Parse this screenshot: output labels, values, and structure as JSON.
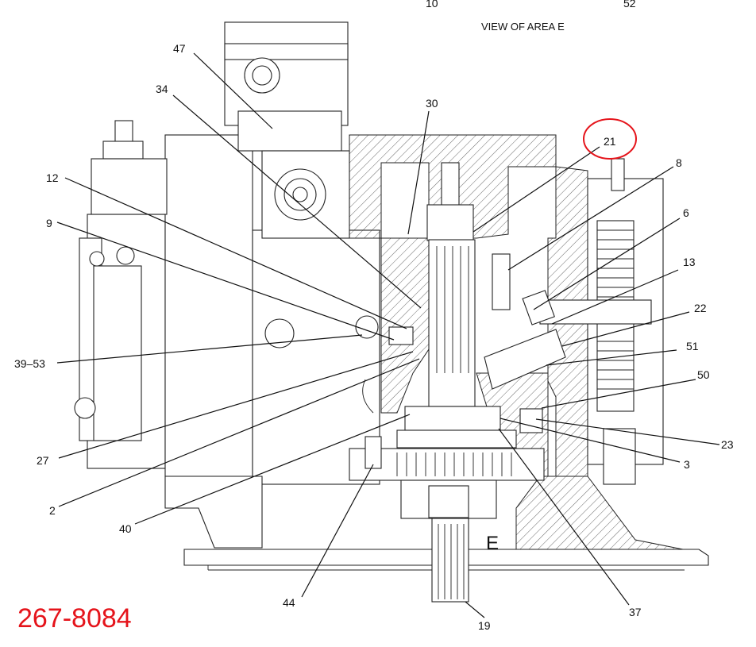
{
  "diagram": {
    "view_title": "VIEW OF AREA E",
    "area_letter": "E",
    "part_number": "267-8084",
    "highlighted_callout": "21",
    "highlight_color": "#e5141b",
    "top_labels": [
      "10",
      "52"
    ],
    "callouts": {
      "c47": "47",
      "c34": "34",
      "c30": "30",
      "c21": "21",
      "c8": "8",
      "c12": "12",
      "c6": "6",
      "c9": "9",
      "c13": "13",
      "c22": "22",
      "c51": "51",
      "c39_53": "39–53",
      "c50": "50",
      "c23": "23",
      "c27": "27",
      "c3": "3",
      "c2": "2",
      "c40": "40",
      "c37": "37",
      "c44": "44",
      "c19": "19"
    }
  }
}
